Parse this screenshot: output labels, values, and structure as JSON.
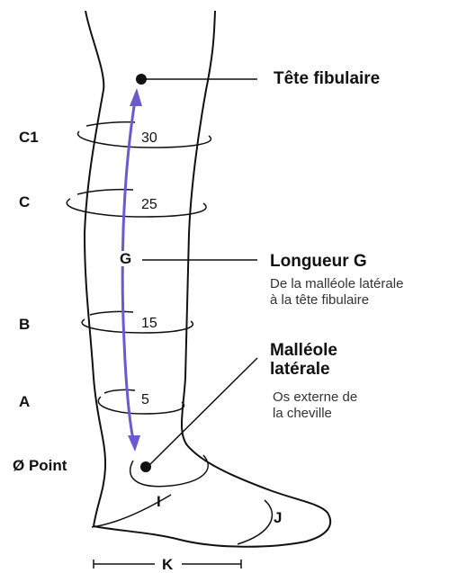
{
  "landmarks": {
    "fibular_head": {
      "title": "Tête fibulaire"
    },
    "length_g": {
      "title": "Longueur G",
      "desc_line1": "De la malléole latérale",
      "desc_line2": "à la tête fibulaire"
    },
    "lateral_malleolus": {
      "title_line1": "Malléole",
      "title_line2": "latérale",
      "desc_line1": "Os externe de",
      "desc_line2": "la cheville"
    }
  },
  "side_labels": {
    "c1": "C1",
    "c": "C",
    "b": "B",
    "a": "A",
    "point": "Ø Point"
  },
  "measurements": {
    "c1": "30",
    "c": "25",
    "g_marker": "G",
    "b": "15",
    "a": "5",
    "i": "I",
    "j": "J",
    "k": "K"
  },
  "colors": {
    "outline": "#111111",
    "arrow": "#6a5acd"
  }
}
